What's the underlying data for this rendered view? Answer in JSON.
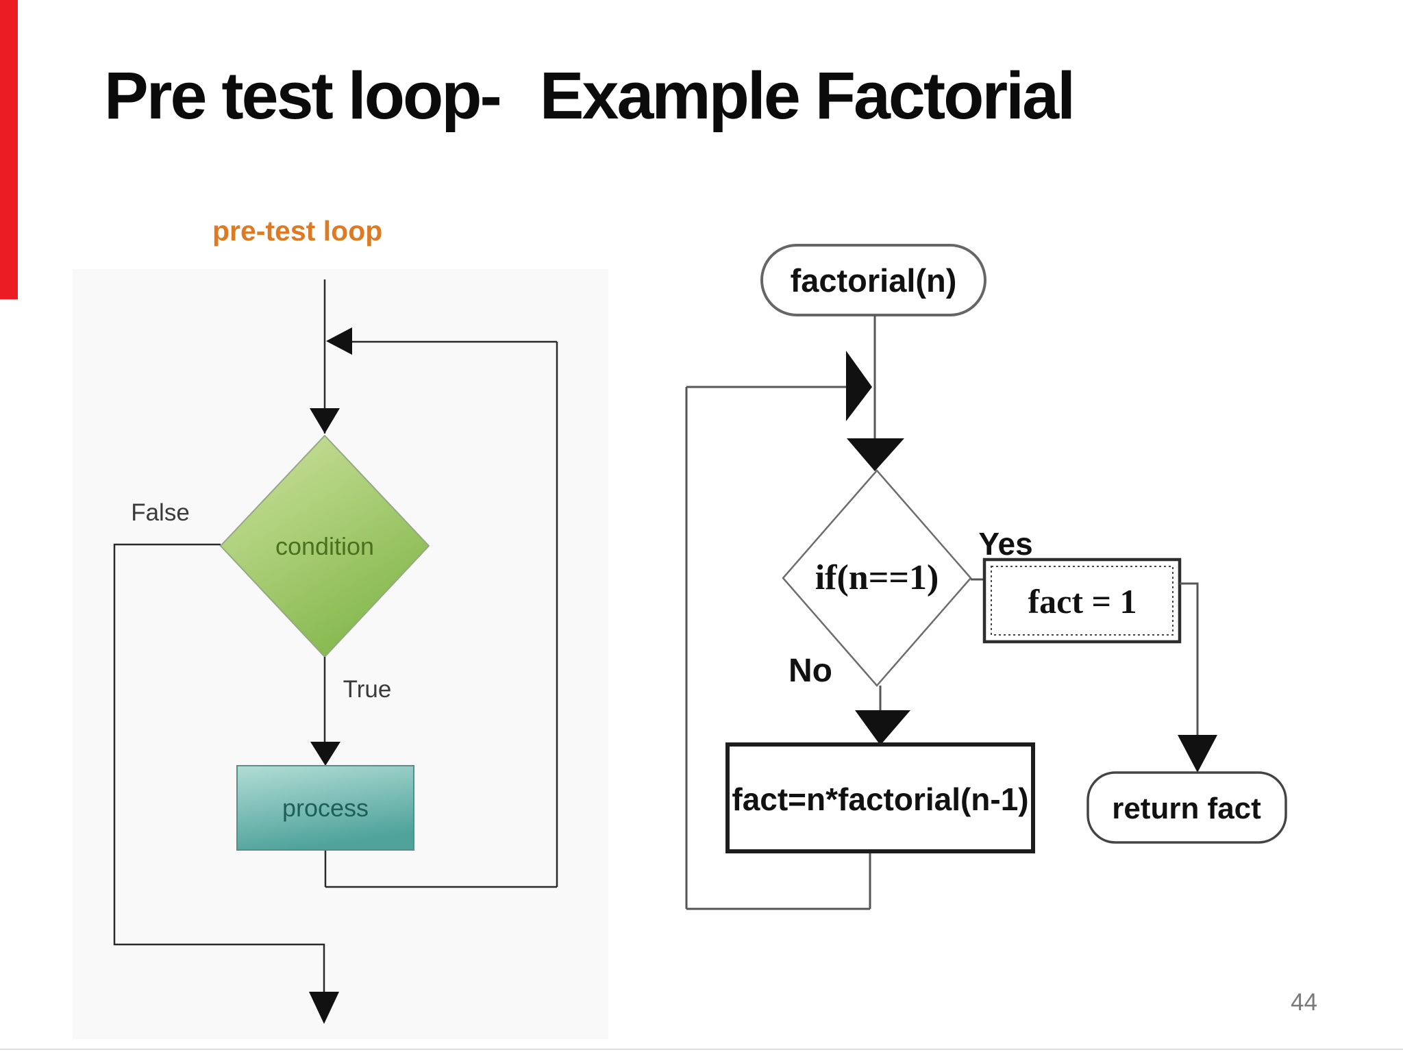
{
  "slide": {
    "title_left": "Pre test loop-",
    "title_right": "Example Factorial",
    "page_number": "44",
    "accent_bar_color": "#ec1c24",
    "background_color": "#ffffff"
  },
  "left_diagram": {
    "heading": "pre-test loop",
    "heading_color": "#dd7a22",
    "condition_label": "condition",
    "false_label": "False",
    "true_label": "True",
    "process_label": "process",
    "diamond_gradient_top": "#cfe3a0",
    "diamond_gradient_bottom": "#84b84c",
    "process_gradient_top": "#b2ddd6",
    "process_gradient_bottom": "#4fa39b",
    "condition_text_color": "#49721e",
    "process_text_color": "#1f5f57",
    "branch_label_color": "#3a3a3a"
  },
  "right_diagram": {
    "start_label": "factorial(n)",
    "decision_label": "if(n==1)",
    "yes_label": "Yes",
    "no_label": "No",
    "assign_label": "fact = 1",
    "recurse_label": "fact=n*factorial(n-1)",
    "return_label": "return fact"
  }
}
